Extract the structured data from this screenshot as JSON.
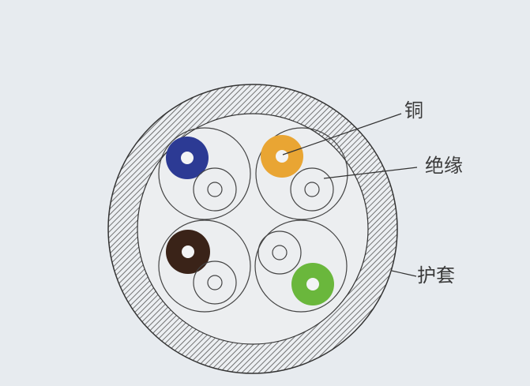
{
  "diagram": {
    "type": "cable-cross-section",
    "background_color": "#e7ebef",
    "jacket": {
      "label": "护套",
      "fill": "#e7ebef",
      "hatch_color": "#555555"
    },
    "pairs": [
      {
        "position": "top-left",
        "colored_core": "#2c3a94",
        "white_core": "#f2f3f4"
      },
      {
        "position": "top-right",
        "colored_core": "#e9a533",
        "white_core": "#f2f3f4"
      },
      {
        "position": "bottom-left",
        "colored_core": "#3a2318",
        "white_core": "#f2f3f4"
      },
      {
        "position": "bottom-right",
        "colored_core": "#6ab73c",
        "white_core": "#f2f3f4"
      }
    ],
    "labels": {
      "copper": "铜",
      "insulation": "绝缘",
      "jacket": "护套"
    }
  }
}
